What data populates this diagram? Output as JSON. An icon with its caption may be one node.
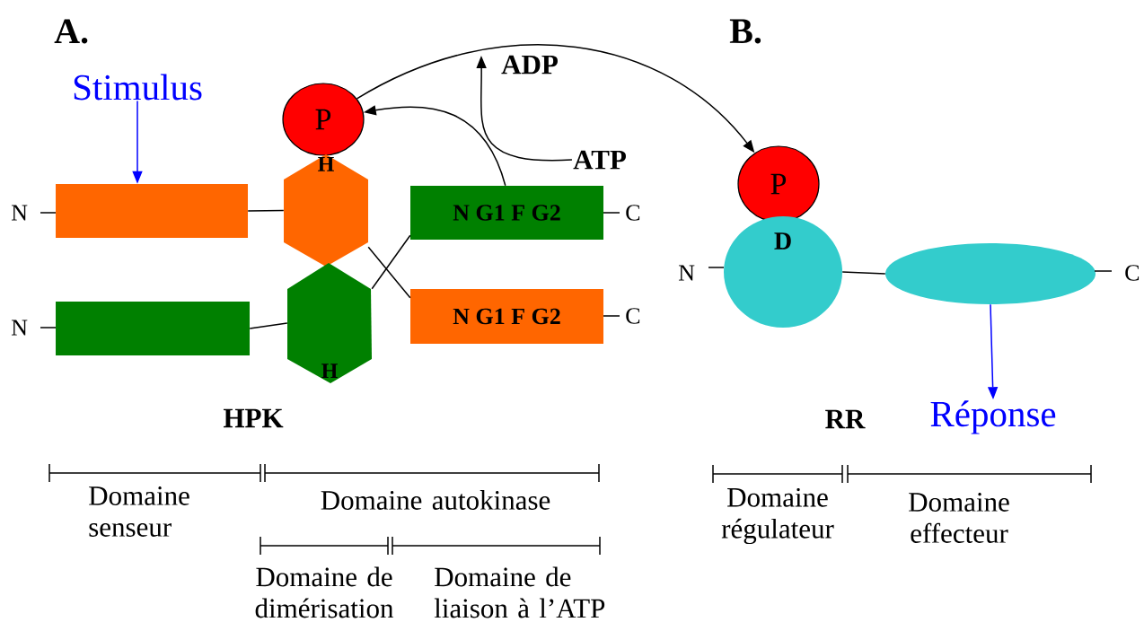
{
  "diagram": {
    "nodes": [
      {
        "text": [
          "Stimulus"
        ]
      },
      {
        "text": [],
        "shape": "box",
        "beside": [
          "N"
        ]
      },
      {
        "text": [
          "P"
        ]
      },
      {
        "text": [
          "H"
        ]
      },
      {
        "text": [
          "N G1 F G2"
        ],
        "beside": [
          "C"
        ]
      },
      {
        "text": [],
        "shape": "box",
        "beside": [
          "N"
        ]
      },
      {
        "text": [
          "H"
        ]
      },
      {
        "text": [
          "N G1 F G2"
        ],
        "beside": [
          "C"
        ]
      },
      {
        "text": [
          "ADP"
        ]
      },
      {
        "text": [
          "ATP"
        ]
      },
      {
        "text": [
          "P"
        ]
      },
      {
        "text": [
          "D"
        ],
        "beside": [
          "N"
        ]
      },
      {
        "text": [],
        "shape": "ellipse",
        "beside": [
          "C"
        ]
      },
      {
        "text": [
          "Réponse"
        ]
      }
    ],
    "edges": [
      {
        "from": 0,
        "to": 1,
        "arrow": "to",
        "color": "#0000ff"
      },
      {
        "from": 1,
        "to": 3,
        "arrow": "none"
      },
      {
        "from": 3,
        "to": 7,
        "arrow": "none"
      },
      {
        "from": 5,
        "to": 6,
        "arrow": "none"
      },
      {
        "from": 6,
        "to": 4,
        "arrow": "none"
      },
      {
        "from": 2,
        "to": 10,
        "arrow": "to"
      },
      {
        "from": 4,
        "to": 2,
        "arrow": "to"
      },
      {
        "from": 9,
        "to": 8,
        "arrow": "to"
      },
      {
        "from": 11,
        "to": 12,
        "arrow": "none"
      },
      {
        "from": 12,
        "to": 13,
        "arrow": "to",
        "color": "#0000ff"
      }
    ],
    "labels": [
      "A.",
      "B.",
      "HPK",
      "RR",
      "Domaine senseur",
      "Domaine autokinase",
      "Domaine de dimérisation",
      "Domaine de liaison à l’ATP",
      "Domaine régulateur",
      "Domaine effecteur"
    ]
  }
}
